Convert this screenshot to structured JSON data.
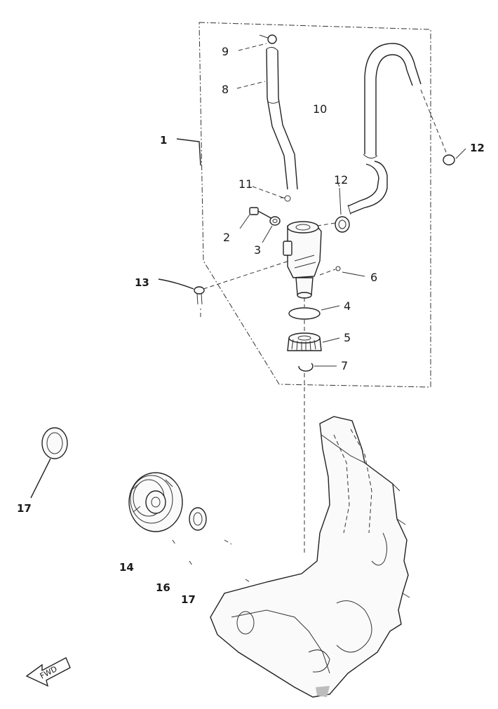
{
  "callouts": {
    "c1": "1",
    "c2": "2",
    "c3": "3",
    "c4": "4",
    "c5": "5",
    "c6": "6",
    "c7": "7",
    "c8": "8",
    "c9": "9",
    "c10": "10",
    "c11": "11",
    "c12_top": "12",
    "c12_right": "12",
    "c13": "13",
    "c14": "14",
    "c16": "16",
    "c17_left": "17",
    "c17_bottom": "17"
  },
  "fwd_arrow_text": "FWD"
}
